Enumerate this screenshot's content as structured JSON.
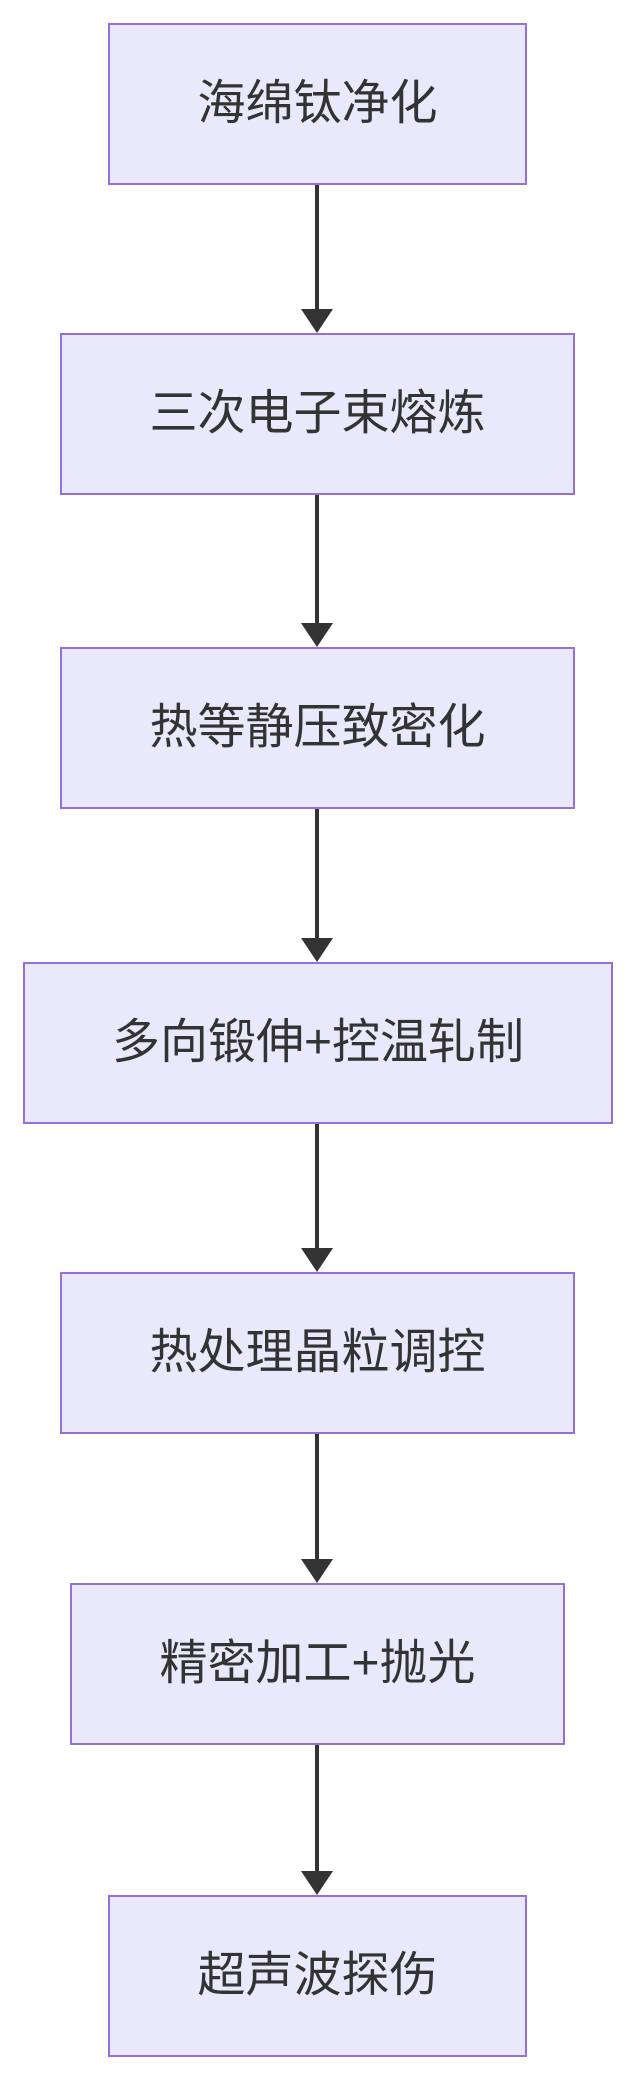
{
  "flowchart": {
    "type": "flowchart",
    "direction": "top-down",
    "nodes": [
      {
        "id": "n1",
        "label": "海绵钛净化"
      },
      {
        "id": "n2",
        "label": "三次电子束熔炼"
      },
      {
        "id": "n3",
        "label": "热等静压致密化"
      },
      {
        "id": "n4",
        "label": "多向锻伸+控温轧制"
      },
      {
        "id": "n5",
        "label": "热处理晶粒调控"
      },
      {
        "id": "n6",
        "label": "精密加工+抛光"
      },
      {
        "id": "n7",
        "label": "超声波探伤"
      }
    ],
    "edges": [
      {
        "from": "n1",
        "to": "n2"
      },
      {
        "from": "n2",
        "to": "n3"
      },
      {
        "from": "n3",
        "to": "n4"
      },
      {
        "from": "n4",
        "to": "n5"
      },
      {
        "from": "n5",
        "to": "n6"
      },
      {
        "from": "n6",
        "to": "n7"
      }
    ],
    "colors": {
      "node_fill": "#E9E9FB",
      "node_border": "#9370DB",
      "node_text": "#333333",
      "arrow": "#333333",
      "background": "#FFFFFF"
    }
  }
}
